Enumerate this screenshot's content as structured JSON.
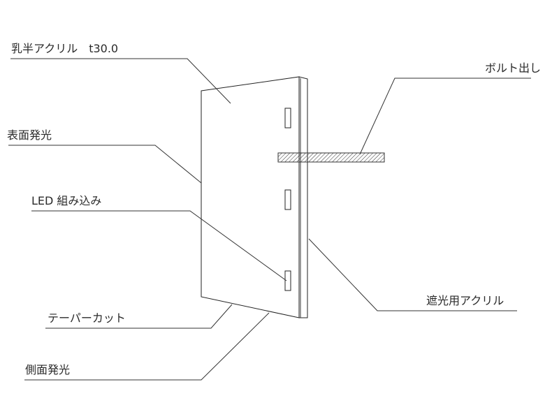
{
  "labels": {
    "milky_acrylic": "乳半アクリル　t30.0",
    "surface_emit": "表面発光",
    "led_embedded": "LED 組み込み",
    "taper_cut": "テーパーカット",
    "side_emit": "側面発光",
    "bolt_out": "ボルト出し",
    "shading_acrylic": "遮光用アクリル"
  },
  "colors": {
    "line": "#333333",
    "text": "#2a2a2a",
    "background": "#ffffff"
  }
}
